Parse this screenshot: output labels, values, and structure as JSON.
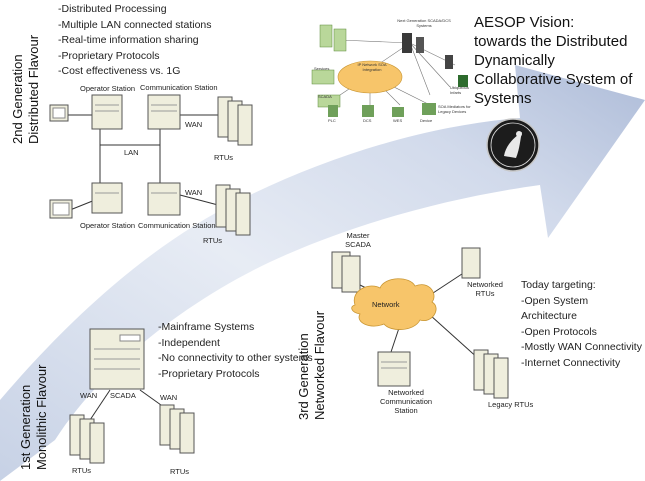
{
  "gen2": {
    "title_line1": "2nd Generation",
    "title_line2": "Distributed Flavour",
    "bullets": [
      "-Distributed Processing",
      "-Multiple LAN connected stations",
      "-Real-time information sharing",
      "-Proprietary Protocols",
      "-Cost effectiveness vs. 1G"
    ],
    "labels": {
      "operator_station": "Operator Station",
      "communication_station": "Communication Station",
      "wan": "WAN",
      "lan": "LAN",
      "rtus": "RTUs"
    }
  },
  "vision": {
    "title": "AESOP Vision:",
    "lines": [
      "towards the Distributed",
      "Dynamically",
      "Collaborative System of",
      "Systems"
    ],
    "labels": {
      "next_gen": "Next Generation SCADA/DCS Systems",
      "ip_network": "IP Network SOA Integration",
      "services": "Services",
      "scada": "SCADA",
      "ubiquitous": "Ubiquitous Infarts",
      "plc": "PLC",
      "dcs": "DCS",
      "wes": "WES",
      "device": "Device",
      "soa_mediators": "SOA Mediators for Legacy Devices"
    }
  },
  "gen3": {
    "title_line1": "3rd Generation",
    "title_line2": "Networked Flavour",
    "labels": {
      "master_scada": "Master SCADA",
      "network": "Network",
      "networked_rtus": "Networked RTUs",
      "networked_comm_station": "Networked Communication Station",
      "legacy_rtus": "Legacy RTUs"
    },
    "targeting_title": "Today targeting:",
    "targeting": [
      "-Open System Architecture",
      "-Open Protocols",
      "-Mostly WAN Connectivity",
      "-Internet Connectivity"
    ]
  },
  "gen1": {
    "title_line1": "1st Generation",
    "title_line2": "Monolithic Flavour",
    "bullets": [
      "-Mainframe Systems",
      "-Independent",
      "-No connectivity to other systems",
      "-Proprietary Protocols"
    ],
    "labels": {
      "wan": "WAN",
      "scada": "SCADA",
      "rtus": "RTUs"
    }
  },
  "colors": {
    "arrow_light": "#e8edf6",
    "arrow_mid": "#bfcbe2",
    "arrow_dark": "#9fb0d2",
    "cloud": "#f7c56a",
    "machine": "#efeedd"
  }
}
